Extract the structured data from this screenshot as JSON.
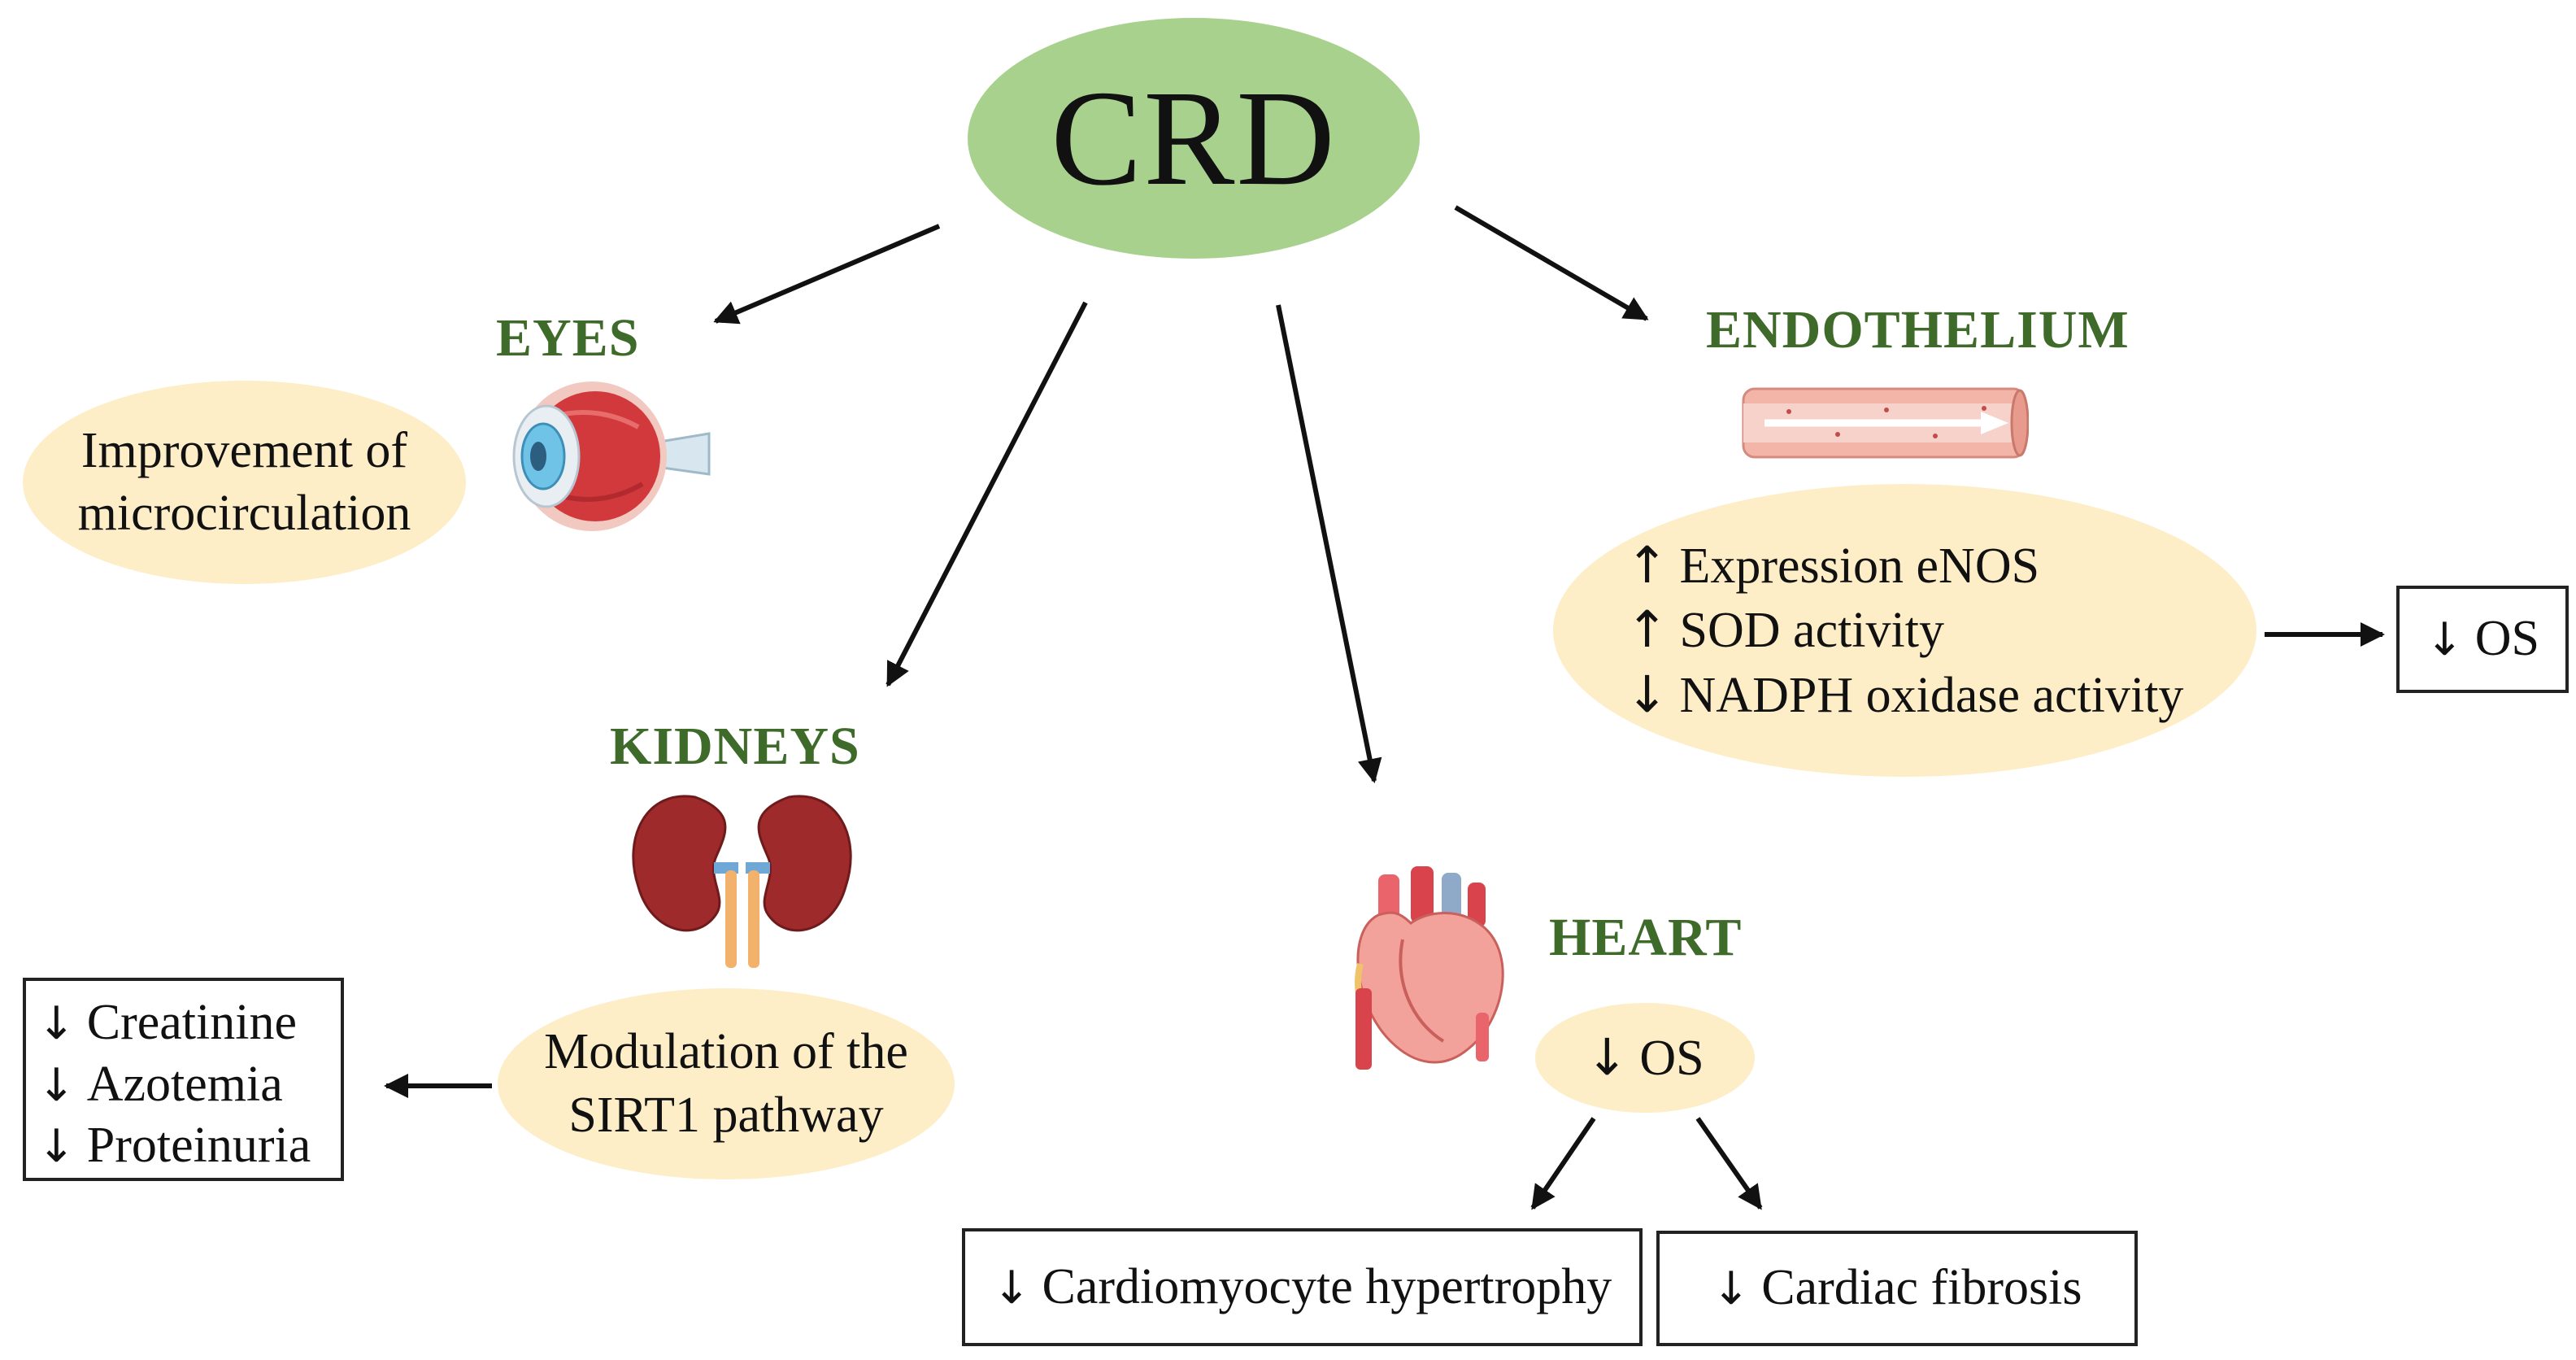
{
  "root": {
    "label": "CRD"
  },
  "eyes": {
    "title": "EYES",
    "effect_lines": [
      "Improvement of",
      "microcirculation"
    ]
  },
  "endothelium": {
    "title": "ENDOTHELIUM",
    "effects": [
      {
        "arrow": "↑",
        "text": "Expression eNOS"
      },
      {
        "arrow": "↑",
        "text": "SOD activity"
      },
      {
        "arrow": "↓",
        "text": "NADPH oxidase activity"
      }
    ],
    "outcome": {
      "arrow": "↓",
      "text": "OS"
    }
  },
  "kidneys": {
    "title": "KIDNEYS",
    "effect_lines": [
      "Modulation of the",
      "SIRT1 pathway"
    ],
    "outcomes": [
      {
        "arrow": "↓",
        "text": "Creatinine"
      },
      {
        "arrow": "↓",
        "text": "Azotemia"
      },
      {
        "arrow": "↓",
        "text": "Proteinuria"
      }
    ]
  },
  "heart": {
    "title": "HEART",
    "effect": {
      "arrow": "↓",
      "text": "OS"
    },
    "outcomes": [
      {
        "arrow": "↓",
        "text": "Cardiomyocyte hypertrophy"
      },
      {
        "arrow": "↓",
        "text": "Cardiac fibrosis"
      }
    ]
  },
  "colors": {
    "root_fill": "#a9d18e",
    "effect_fill": "#fdeec8",
    "title_green": "#3f6b2a",
    "outline": "#222222"
  }
}
